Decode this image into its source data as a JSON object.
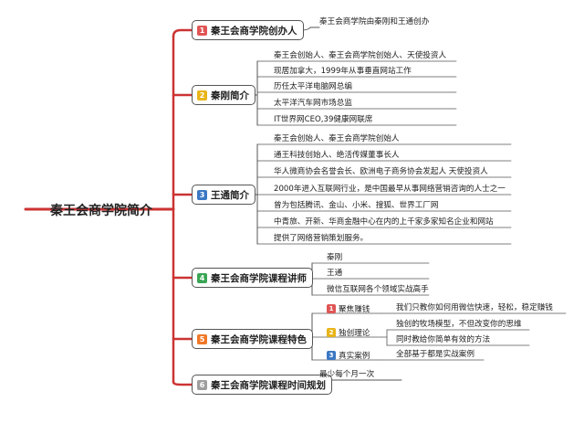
{
  "root": "秦王会商学院简介",
  "colors": {
    "line": "#cc3333",
    "badges": [
      "#e05555",
      "#e8b418",
      "#3b78c4",
      "#3aa655",
      "#f07828",
      "#9e9e9e"
    ]
  },
  "topics": [
    {
      "num": "1",
      "label": "秦王会商学院创办人",
      "leaves": [
        "秦王会商学院由秦刚和王通创办"
      ]
    },
    {
      "num": "2",
      "label": "秦刚简介",
      "leaves": [
        "秦王会创始人、秦王会商学院创始人、天使投资人",
        "现居加拿大，1999年从事垂直网站工作",
        "历任太平洋电脑网总编",
        "太平洋汽车网市场总监",
        "IT世界网CEO,39健康网联席"
      ]
    },
    {
      "num": "3",
      "label": "王通简介",
      "leaves": [
        "秦王会创始人、秦王会商学院创始人",
        "通王科技创始人、绝活传媒董事长人",
        "华人微商协会名誉会长、欧洲电子商务协会发起人 天使投资人",
        "2000年进入互联网行业，是中国最早从事网络营销咨询的人士之一",
        "曾为包括腾讯、金山、小米、搜狐、世界工厂网",
        "中青旅、开新、华商金融中心在内的上千家多家知名企业和网站",
        "提供了网络营销策划服务。"
      ]
    },
    {
      "num": "4",
      "label": "秦王会商学院课程讲师",
      "leaves": [
        "秦刚",
        "王通",
        "微信互联网各个领域实战高手"
      ]
    },
    {
      "num": "5",
      "label": "秦王会商学院课程特色",
      "subs": [
        {
          "num": "1",
          "label": "聚焦赚钱",
          "leaves": [
            "我们只教你如何用微信快速，轻松，稳定赚钱"
          ]
        },
        {
          "num": "2",
          "label": "独创理论",
          "leaves": [
            "独创的牧场模型，不但改变你的思维",
            "同时教给你简单有效的方法"
          ]
        },
        {
          "num": "3",
          "label": "真实案例",
          "leaves": [
            "全部基于都是实战案例"
          ]
        }
      ]
    },
    {
      "num": "6",
      "label": "秦王会商学院课程时间规划",
      "leaves": [
        "最少每个月一次"
      ]
    }
  ]
}
